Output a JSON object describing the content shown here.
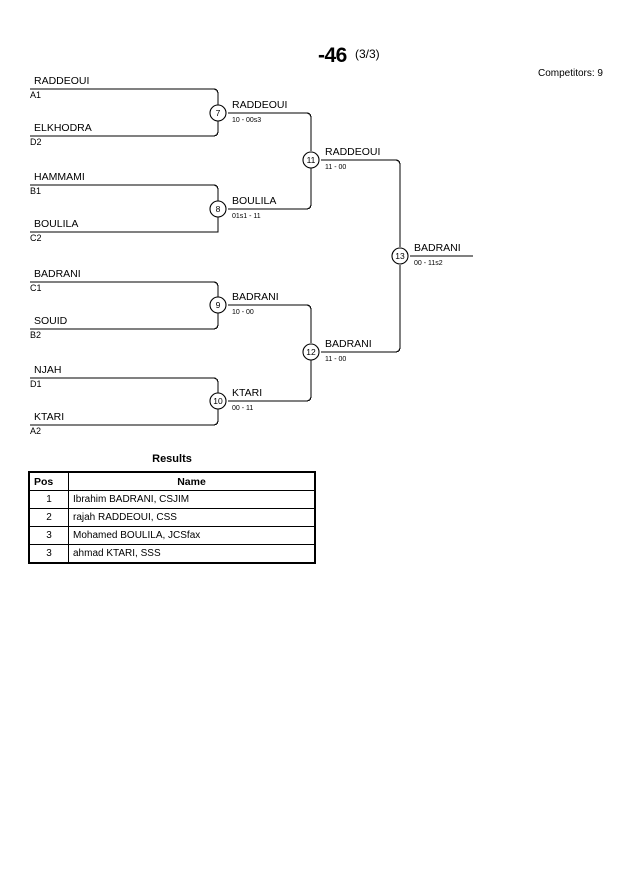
{
  "header": {
    "title": "-46",
    "round": "(3/3)",
    "competitors": "Competitors: 9"
  },
  "bracket": {
    "entries": [
      {
        "name": "RADDEOUI",
        "seed": "A1"
      },
      {
        "name": "ELKHODRA",
        "seed": "D2"
      },
      {
        "name": "HAMMAMI",
        "seed": "B1"
      },
      {
        "name": "BOULILA",
        "seed": "C2"
      },
      {
        "name": "BADRANI",
        "seed": "C1"
      },
      {
        "name": "SOUID",
        "seed": "B2"
      },
      {
        "name": "NJAH",
        "seed": "D1"
      },
      {
        "name": "KTARI",
        "seed": "A2"
      }
    ],
    "matches": [
      {
        "num": "7",
        "winner": "RADDEOUI",
        "score": "10 - 00s3"
      },
      {
        "num": "8",
        "winner": "BOULILA",
        "score": "01s1 - 11"
      },
      {
        "num": "9",
        "winner": "BADRANI",
        "score": "10 - 00"
      },
      {
        "num": "10",
        "winner": "KTARI",
        "score": "00 - 11"
      },
      {
        "num": "11",
        "winner": "RADDEOUI",
        "score": "11 - 00"
      },
      {
        "num": "12",
        "winner": "BADRANI",
        "score": "11 - 00"
      },
      {
        "num": "13",
        "winner": "BADRANI",
        "score": "00 - 11s2"
      }
    ]
  },
  "results": {
    "title": "Results",
    "columns": [
      "Pos",
      "Name"
    ],
    "rows": [
      {
        "pos": "1",
        "name": "Ibrahim BADRANI, CSJIM"
      },
      {
        "pos": "2",
        "name": "rajah RADDEOUI, CSS"
      },
      {
        "pos": "3",
        "name": "Mohamed BOULILA, JCSfax"
      },
      {
        "pos": "3",
        "name": "ahmad KTARI, SSS"
      }
    ]
  }
}
